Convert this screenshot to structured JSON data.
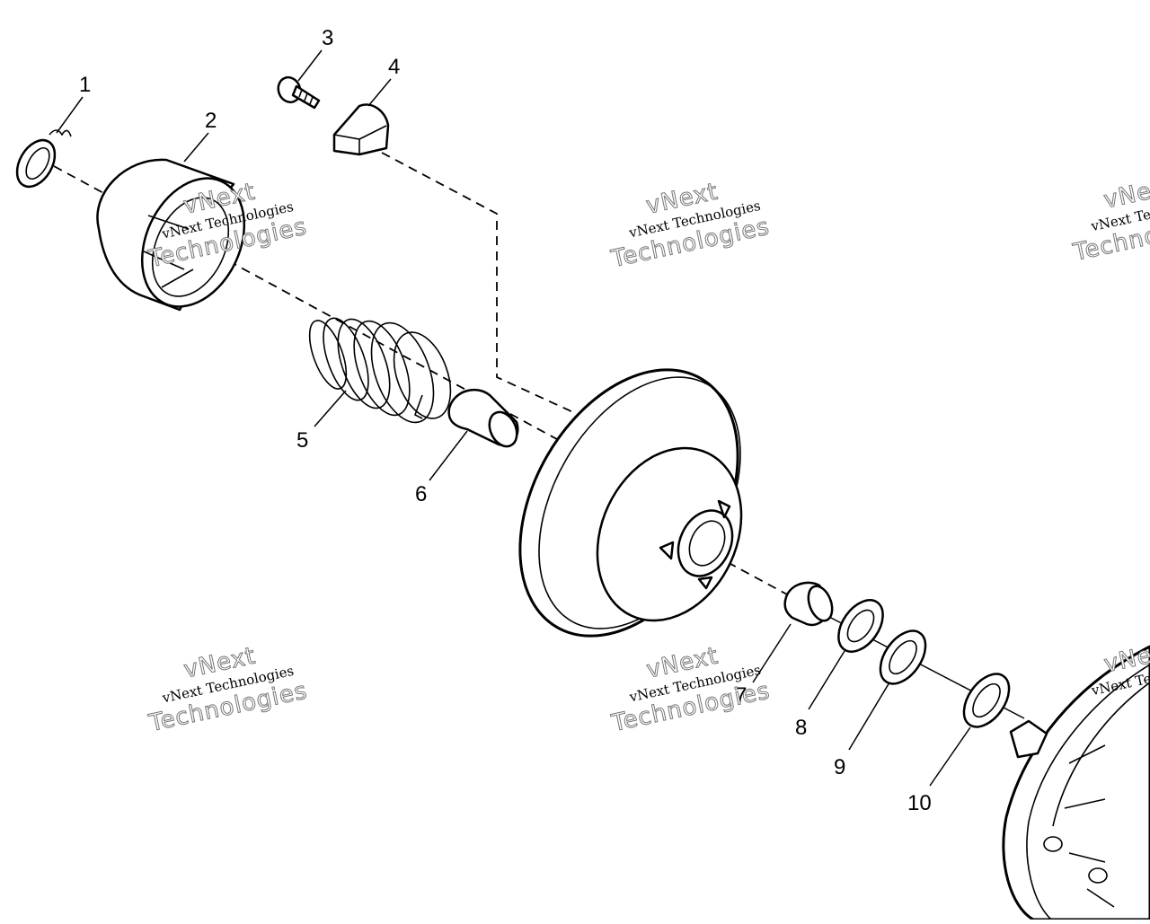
{
  "callouts": {
    "c1": "1",
    "c2": "2",
    "c3": "3",
    "c4": "4",
    "c5": "5",
    "c6": "6",
    "c7": "7",
    "c8": "8",
    "c9": "9",
    "c10": "10"
  },
  "watermark": {
    "small": "vNext Technologies",
    "top": "vNext",
    "bottom": "Technologies"
  }
}
